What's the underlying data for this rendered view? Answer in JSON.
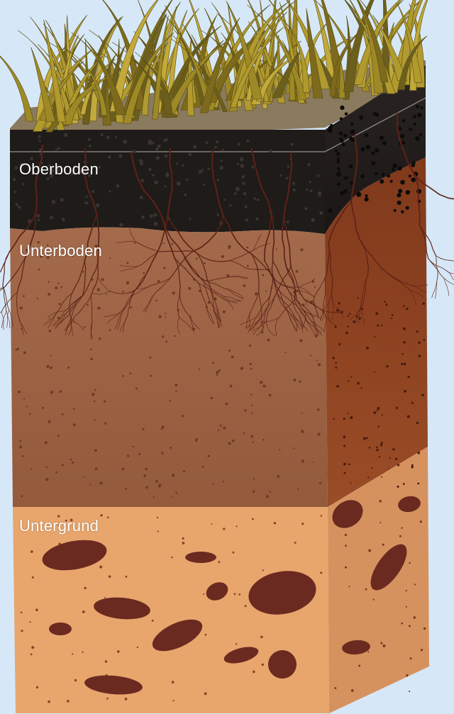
{
  "layers": [
    {
      "id": "topsoil",
      "label": "Oberboden"
    },
    {
      "id": "subsoil",
      "label": "Unterboden"
    },
    {
      "id": "substratum",
      "label": "Untergrund"
    }
  ],
  "colors": {
    "background": "#d6e8f7",
    "grass": "#b19a2e",
    "topsoil": "#1f1c1a",
    "subsoil": "#9b6242",
    "subsoil_side": "#8a4322",
    "substratum": "#e8a66d",
    "substratum_side": "#d6925e",
    "rocks": "#6b2a20",
    "roots": "#5a2116"
  }
}
